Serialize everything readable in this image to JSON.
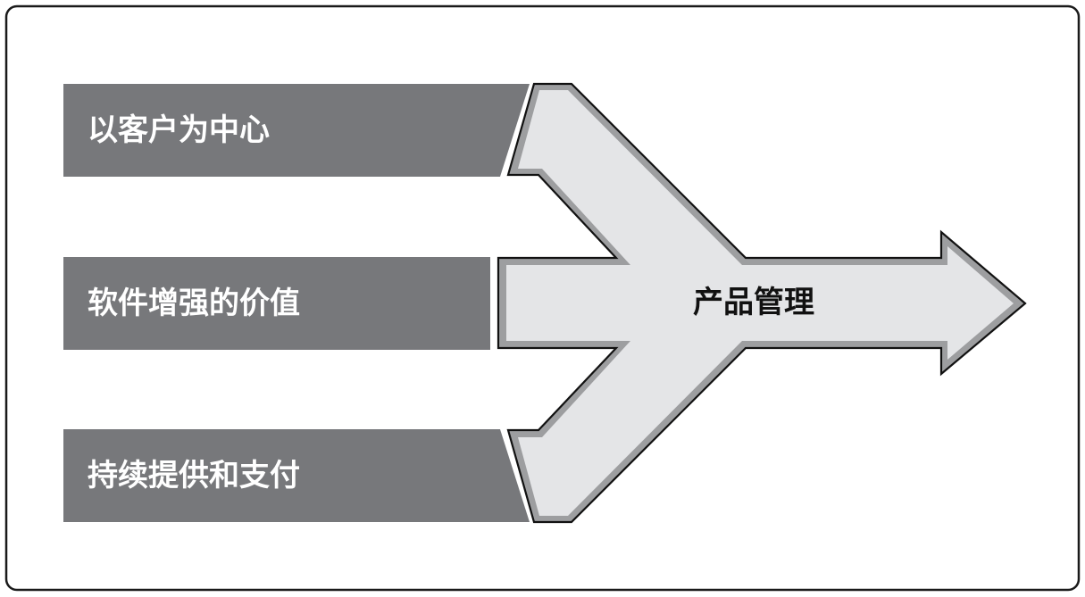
{
  "inputs": [
    {
      "label": "以客户为中心"
    },
    {
      "label": "软件增强的价值"
    },
    {
      "label": "持续提供和支付"
    }
  ],
  "center": {
    "label": "产品管理"
  },
  "colors": {
    "bar_fill": "#77787b",
    "arrow_fill": "#e4e5e7",
    "arrow_inner_stroke": "#9d9ea0",
    "outline": "#111111",
    "frame_border": "#1a1a1a"
  }
}
